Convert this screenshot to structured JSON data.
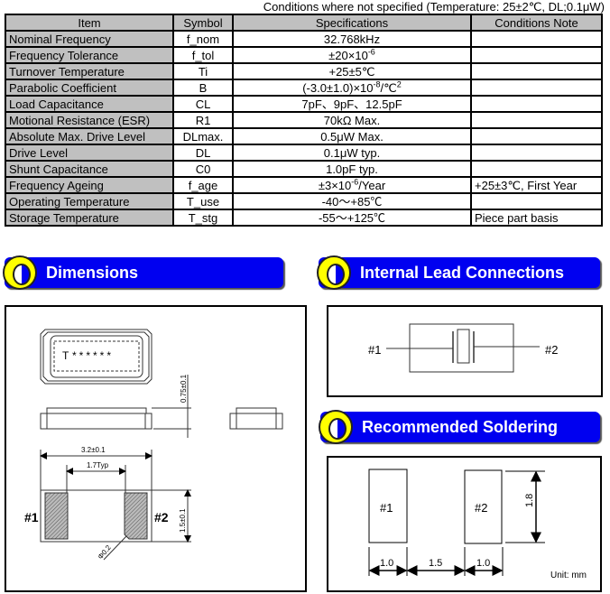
{
  "conditions_note": "Conditions where not specified (Temperature: 25±2℃, DL;0.1μW)",
  "table": {
    "headers": [
      "Item",
      "Symbol",
      "Specifications",
      "Conditions  Note"
    ],
    "rows": [
      {
        "item": "Nominal Frequency",
        "symbol": "f_nom",
        "spec": [
          "32.768kHz"
        ],
        "note": ""
      },
      {
        "item": "Frequency Tolerance",
        "symbol": "f_tol",
        "spec": [
          "±20×10",
          "-6"
        ],
        "note": ""
      },
      {
        "item": "Turnover Temperature",
        "symbol": "Ti",
        "spec": [
          "+25±5℃"
        ],
        "note": ""
      },
      {
        "item": "Parabolic Coefficient",
        "symbol": "B",
        "spec": [
          "(-3.0±1.0)×10",
          "-8",
          "/℃",
          "2"
        ],
        "note": ""
      },
      {
        "item": "Load Capacitance",
        "symbol": "CL",
        "spec": [
          "7pF、9pF、12.5pF"
        ],
        "note": ""
      },
      {
        "item": "Motional Resistance (ESR)",
        "symbol": "R1",
        "spec": [
          "70kΩ Max."
        ],
        "note": ""
      },
      {
        "item": "Absolute Max. Drive Level",
        "symbol": "DLmax.",
        "spec": [
          "0.5μW Max."
        ],
        "note": ""
      },
      {
        "item": "Drive Level",
        "symbol": "DL",
        "spec": [
          "0.1μW typ."
        ],
        "note": ""
      },
      {
        "item": "Shunt Capacitance",
        "symbol": "C0",
        "spec": [
          "1.0pF typ."
        ],
        "note": ""
      },
      {
        "item": "Frequency Ageing",
        "symbol": "f_age",
        "spec": [
          "±3×10",
          "-6",
          "/Year"
        ],
        "note": "+25±3℃, First Year"
      },
      {
        "item": "Operating Temperature",
        "symbol": "T_use",
        "spec": [
          "-40～+85℃"
        ],
        "note": ""
      },
      {
        "item": "Storage Temperature",
        "symbol": "T_stg",
        "spec": [
          "-55～+125℃"
        ],
        "note": "Piece part basis"
      }
    ]
  },
  "sections": {
    "dimensions": "Dimensions",
    "internal": "Internal Lead Connections",
    "soldering": "Recommended Soldering"
  },
  "dimensions": {
    "marking_first": "T",
    "marking_rest": "******",
    "height_dim": "0.75±0.1",
    "length_dim": "3.2±0.1",
    "pad_gap_dim": "1.7Typ",
    "width_dim": "1.5±0.1",
    "corner_dim": "Φ0.2",
    "pin1": "#1",
    "pin2": "#2"
  },
  "internal": {
    "pin1": "#1",
    "pin2": "#2"
  },
  "soldering": {
    "pad1": "#1",
    "pad2": "#2",
    "pad_height": "1.8",
    "pad1_width": "1.0",
    "gap": "1.5",
    "pad2_width": "1.0",
    "unit": "Unit: mm"
  },
  "colors": {
    "banner": "#0000f0",
    "ring": "#ffff00",
    "cell_gray": "#c0c0c0"
  }
}
